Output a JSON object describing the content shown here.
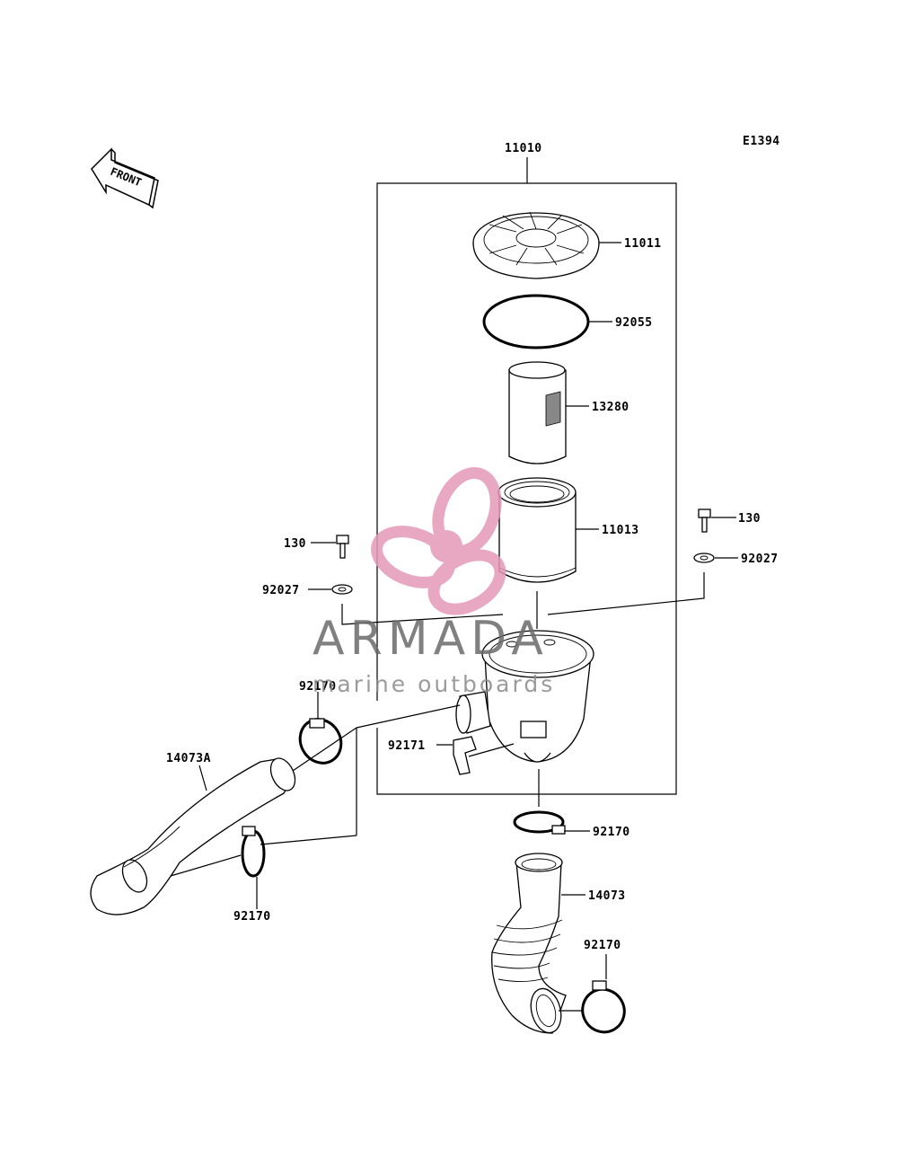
{
  "diagram_code": "E1394",
  "front_label": "FRONT",
  "assembly_label": "11010",
  "parts": {
    "p11011": "11011",
    "p92055": "92055",
    "p13280": "13280",
    "p11013": "11013",
    "p130_right": "130",
    "p92027_right": "92027",
    "p130_left": "130",
    "p92027_left": "92027",
    "p92170_upper": "92170",
    "p14073A": "14073A",
    "p92171": "92171",
    "p92170_lower_left": "92170",
    "p92170_mid": "92170",
    "p14073": "14073",
    "p92170_bottom": "92170"
  },
  "watermark": {
    "title": "ARMADA",
    "subtitle": "marine outboards",
    "color": "#e49ab8"
  }
}
